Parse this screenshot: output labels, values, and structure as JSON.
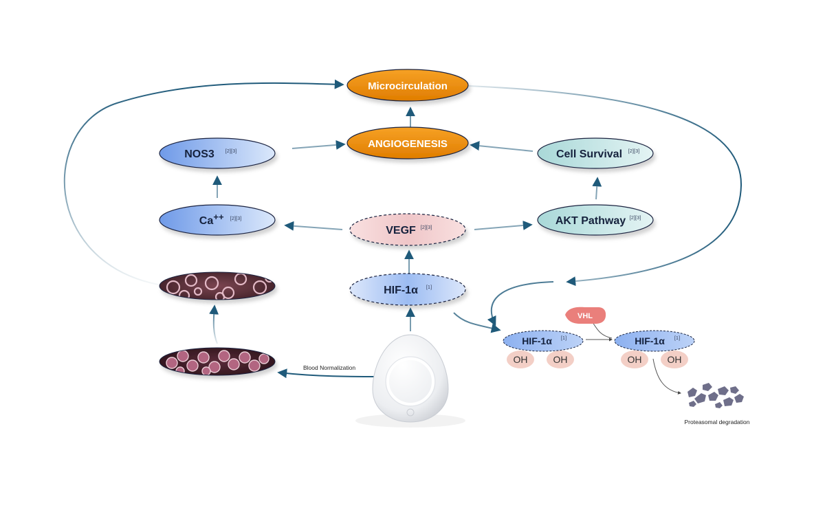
{
  "nodes": {
    "microcirculation": "Microcirculation",
    "angiogenesis": "ANGIOGENESIS",
    "nos3": "NOS3",
    "nos3_ref": "[2][3]",
    "cell_survival": "Cell Survival",
    "cell_survival_ref": "[2][3]",
    "ca": "Ca",
    "ca_sup": "++",
    "ca_ref": "[2][3]",
    "vegf": "VEGF",
    "vegf_ref": "[2][3]",
    "akt": "AKT Pathway",
    "akt_ref": "[2][3]",
    "hif_center": "HIF-1α",
    "hif_center_ref": "[1]",
    "hif_oh": "HIF-1α",
    "hif_oh_ref": "[1]",
    "hif_vhl": "HIF-1α",
    "hif_vhl_ref": "[1]",
    "oh": "OH",
    "vhl": "VHL"
  },
  "labels": {
    "blood_normalization": "Blood Normalization",
    "proteasomal": "Proteasomal degradation"
  },
  "colors": {
    "orange": "#ef8a06",
    "blue": "#7ea7ec",
    "teal": "#c4e6e6",
    "pink": "#f3d3d4",
    "arrow": "#1f5a7a",
    "vhl": "#ea7f7b"
  }
}
